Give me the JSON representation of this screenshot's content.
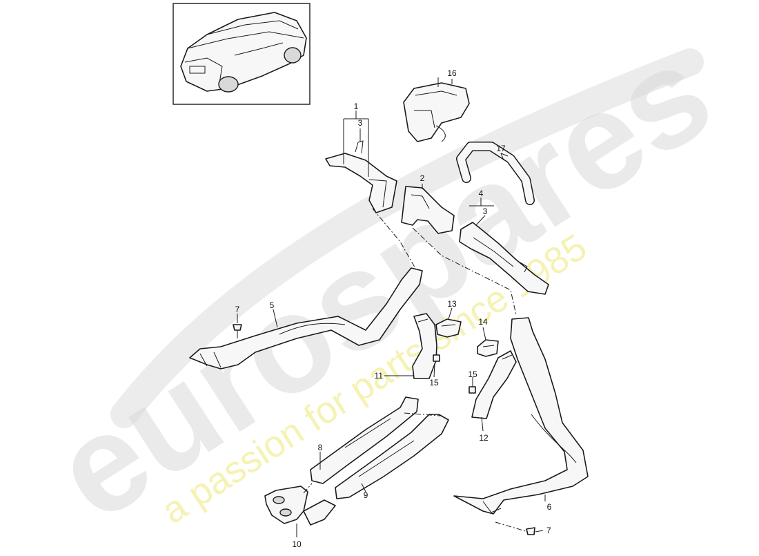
{
  "callouts": {
    "c1": "1",
    "c2": "2",
    "c3a": "3",
    "c3b": "3",
    "c4": "4",
    "c5": "5",
    "c6": "6",
    "c7a": "7",
    "c7b": "7",
    "c8": "8",
    "c9": "9",
    "c10": "10",
    "c11": "11",
    "c12": "12",
    "c13": "13",
    "c14": "14",
    "c15a": "15",
    "c15b": "15",
    "c16": "16",
    "c17": "17"
  },
  "watermark": {
    "brand": "eurospares",
    "tagline": "a passion for parts since 1985",
    "brand_color": "#d9d9d9",
    "tagline_color": "#f2ee9a"
  },
  "colors": {
    "line": "#1a1a1a",
    "part_fill": "#f7f7f7",
    "background": "#ffffff"
  }
}
